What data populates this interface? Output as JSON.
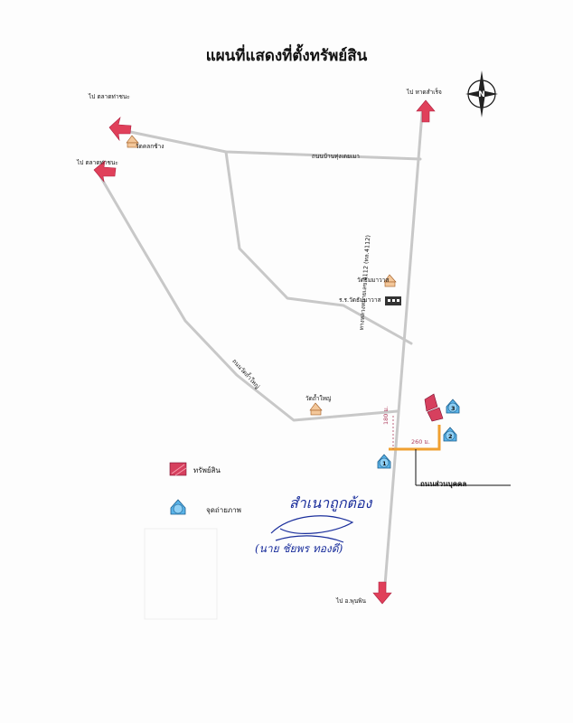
{
  "title": "แผนที่แสดงที่ตั้งทรัพย์สิน",
  "destinations": {
    "to_market_1": "ไป ตลาดท่าชนะ",
    "to_market_2": "ไป ตลาดท่าชนะ",
    "to_north": "ไป หาดสำเร็จ",
    "to_south": "ไป อ.พุนพิน"
  },
  "roads": {
    "upper_road": "ถนนบ้านทุ่งเตยเมา",
    "highway": "ทางหลวงหมายเลข 4112 (ทล.4112)",
    "diagonal_road": "ถนนวัดถ้ำใหญ่",
    "private_road": "ถนนส่วนบุคคล"
  },
  "landmarks": {
    "temple_1": "วัดคลกช้าง",
    "temple_2": "วัดธัมมาวาส",
    "school": "ร.ร.วัดธัมมาวาส",
    "temple_3": "วัดถ้ำใหญ่"
  },
  "distances": {
    "d1": "180 ม.",
    "d2": "260 ม."
  },
  "photo_points": [
    "1",
    "2",
    "3"
  ],
  "legend": {
    "property": "ทรัพย์สิน",
    "photo_point": "จุดถ่ายภาพ"
  },
  "signature": {
    "certify": "สำเนาถูกต้อง",
    "name": "(นาย ชัยพร ทองดี)"
  },
  "colors": {
    "road": "#c8c8c8",
    "arrow": "#e0405a",
    "property": "#d6405e",
    "photo_point": "#59b3e8",
    "private_road": "#f0a030",
    "ink": "#1b2f9c"
  }
}
